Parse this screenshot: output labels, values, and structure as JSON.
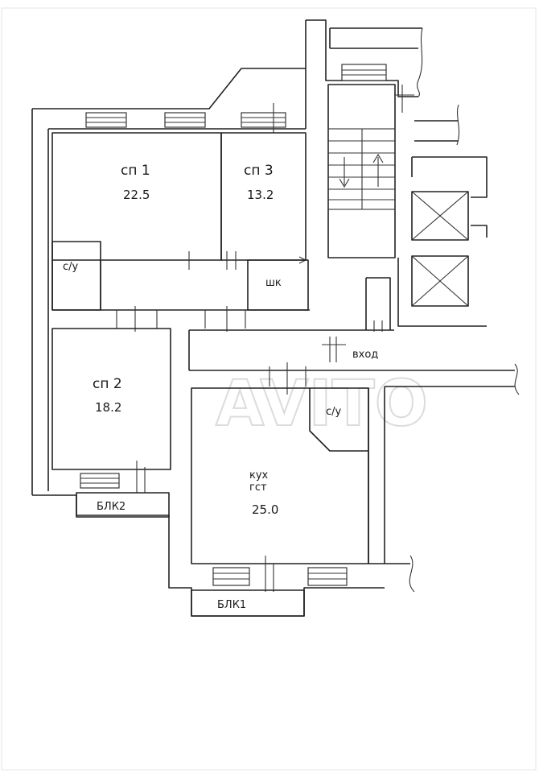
{
  "watermark": "AVITO",
  "rooms": {
    "sp1": {
      "name": "сп 1",
      "area": "22.5"
    },
    "sp3": {
      "name": "сп 3",
      "area": "13.2"
    },
    "sp2": {
      "name": "сп 2",
      "area": "18.2"
    },
    "kitchen": {
      "name": "кух",
      "name2": "гст",
      "area": "25.0"
    },
    "bath1": {
      "name": "с/у"
    },
    "bath2": {
      "name": "с/у"
    },
    "closet": {
      "name": "шк"
    },
    "balcony1": {
      "name": "БЛК1"
    },
    "balcony2": {
      "name": "БЛК2"
    },
    "entrance": {
      "name": "вход"
    }
  }
}
